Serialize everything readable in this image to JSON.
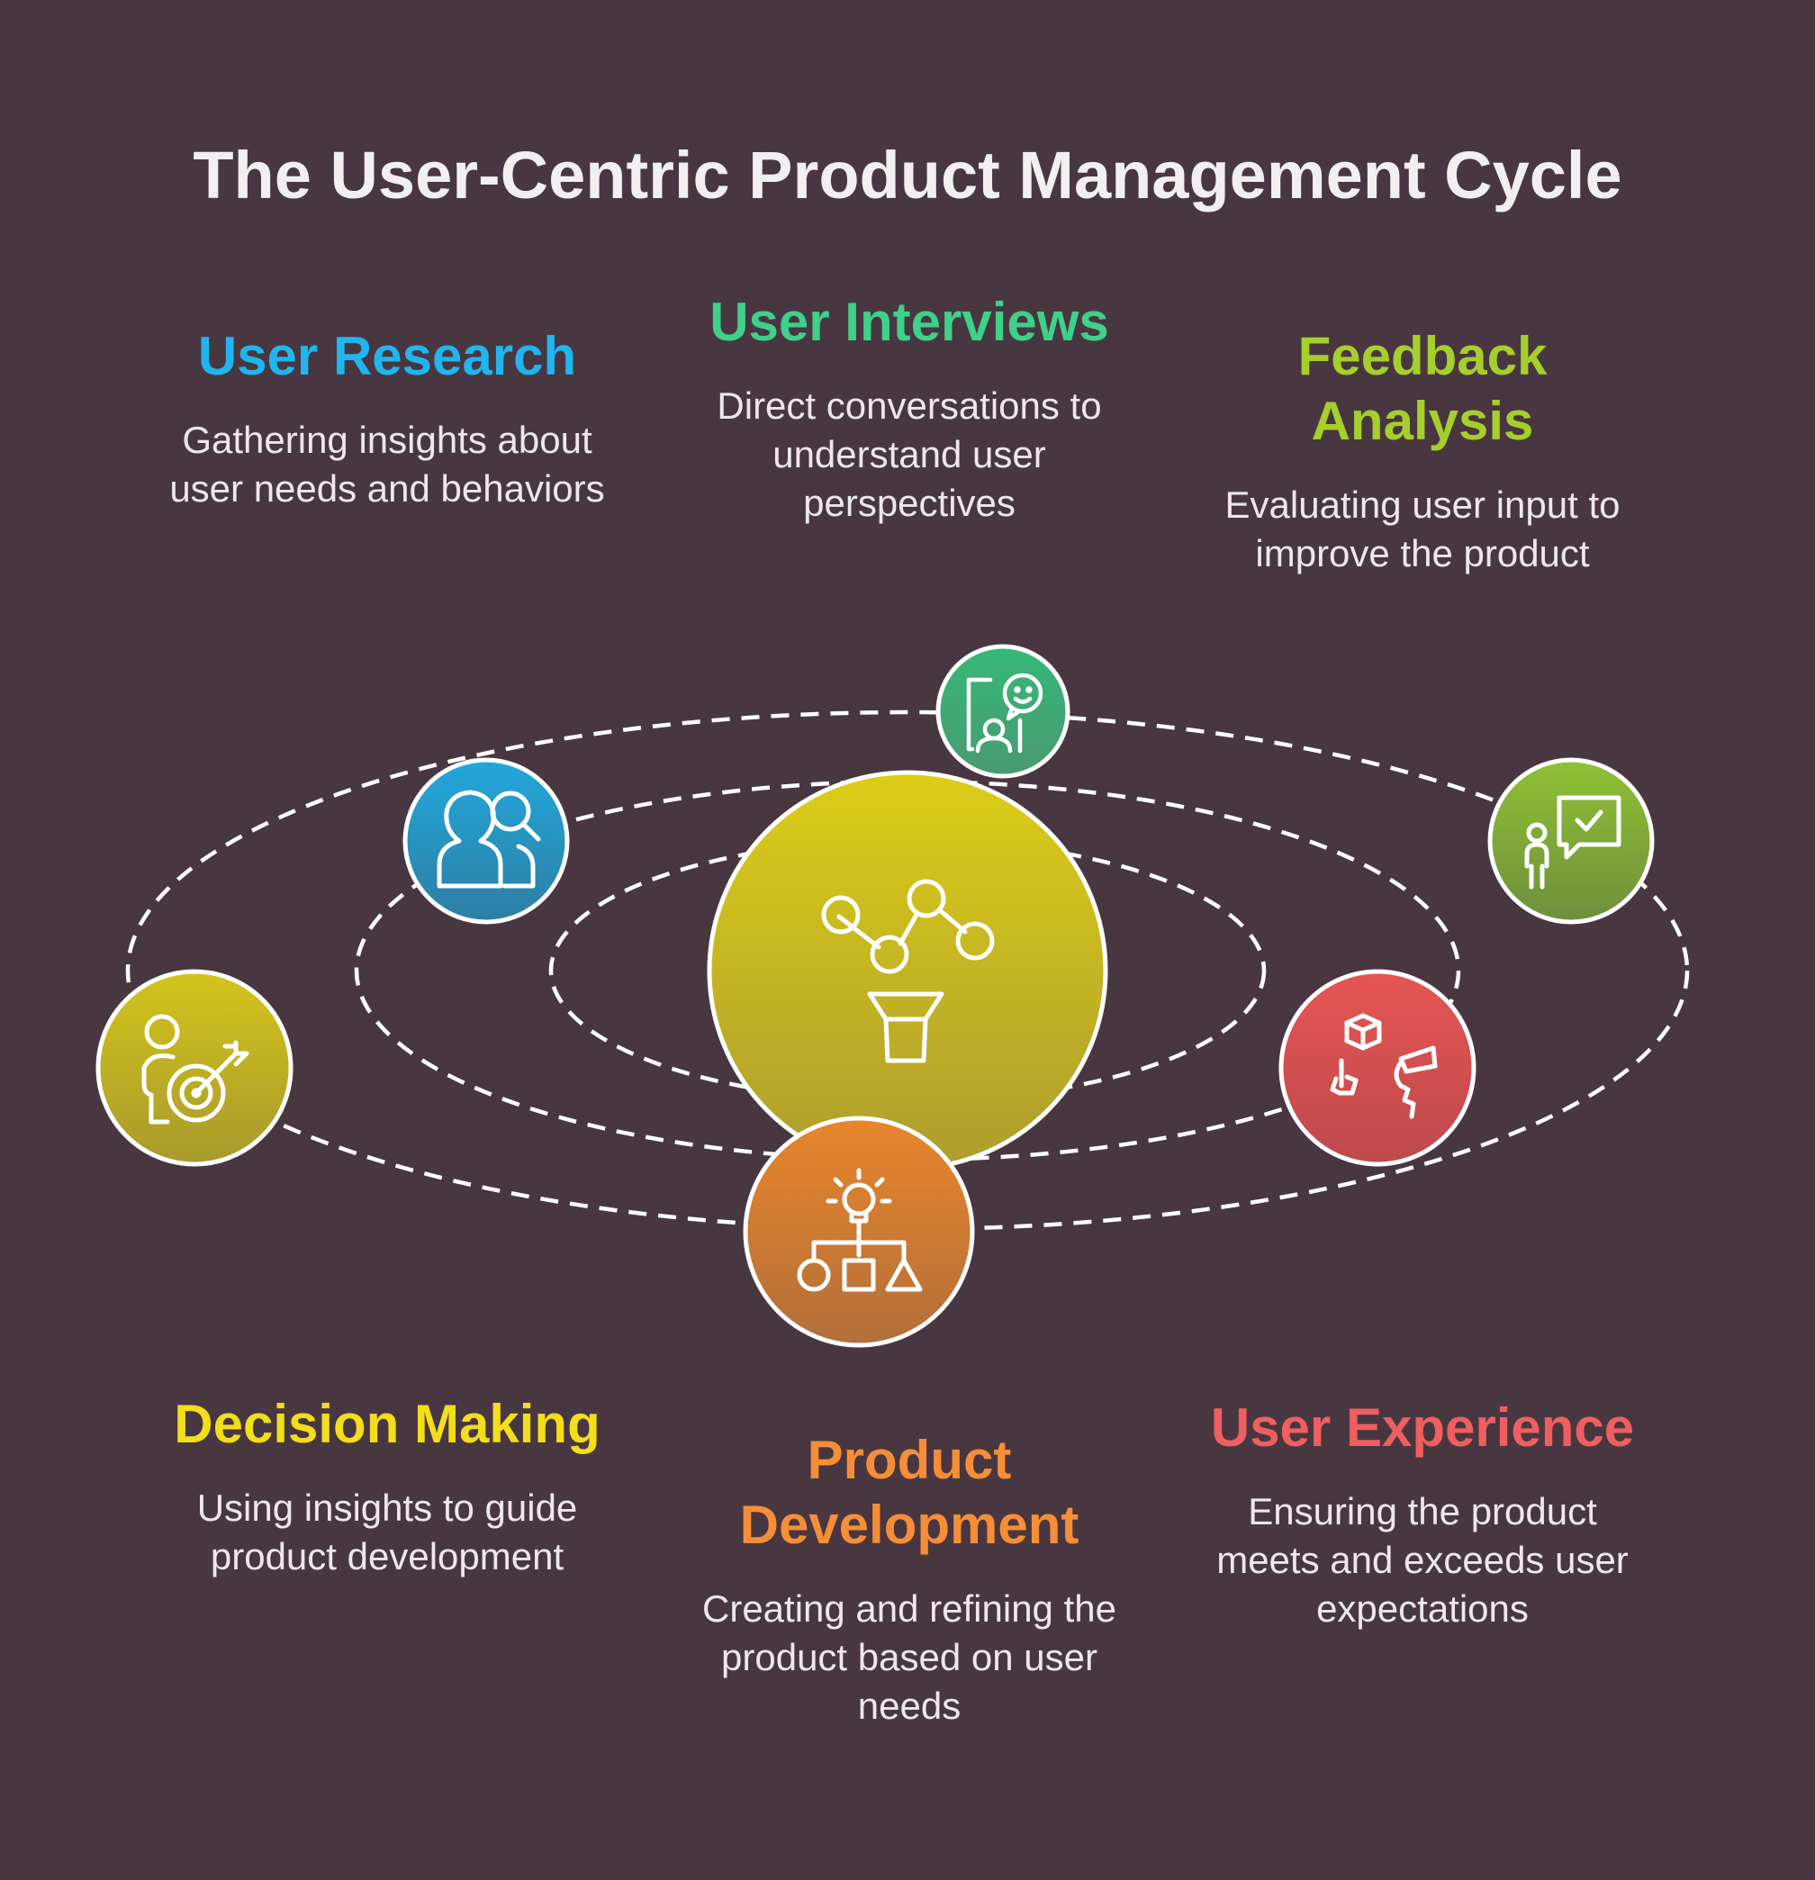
{
  "title": "The User-Centric Product Management Cycle",
  "stages": {
    "user_research": {
      "title": "User Research",
      "description": "Gathering insights about user needs and behaviors",
      "color": "#1fb6f0",
      "icon": "user-research-icon"
    },
    "user_interviews": {
      "title": "User Interviews",
      "description": "Direct conversations to understand user perspectives",
      "color": "#3fd08a",
      "icon": "user-interviews-icon"
    },
    "feedback_analysis": {
      "title": "Feedback Analysis",
      "description": "Evaluating user input to improve the product",
      "color": "#a6cf2c",
      "icon": "feedback-analysis-icon"
    },
    "decision_making": {
      "title": "Decision Making",
      "description": "Using insights to guide product development",
      "color": "#f2de1a",
      "icon": "decision-making-icon"
    },
    "product_development": {
      "title": "Product Development",
      "description": "Creating and refining the product based on user needs",
      "color": "#f68e38",
      "icon": "product-development-icon"
    },
    "user_experience": {
      "title": "User Experience",
      "description": "Ensuring the product meets and exceeds user expectations",
      "color": "#ef5f5f",
      "icon": "user-experience-icon"
    }
  },
  "center": {
    "icon": "data-funnel-icon",
    "color": "#d4c51e"
  }
}
